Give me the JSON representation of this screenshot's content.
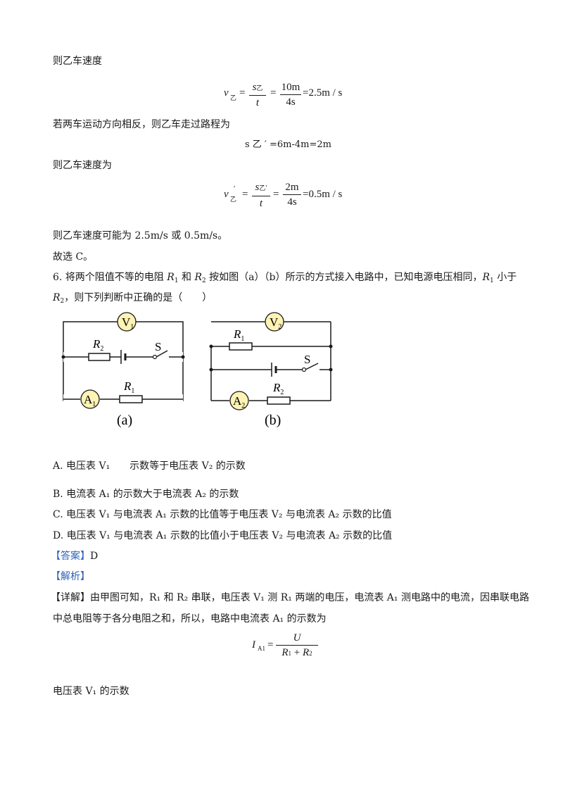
{
  "para1": "则乙车速度",
  "eq1": {
    "lhs_var": "v",
    "lhs_sub": "乙",
    "frac_num_var": "s",
    "frac_num_sub": "乙",
    "frac_den": "t",
    "frac2_num": "10m",
    "frac2_den": "4s",
    "result": "=2.5m / s"
  },
  "para2": "若两车运动方向相反，则乙车走过路程为",
  "eq2": "s 乙 ′ =6m-4m=2m",
  "para3": "则乙车速度为",
  "eq3": {
    "lhs_var": "v",
    "lhs_sub": "乙",
    "lhs_prime": "′",
    "frac_num_var": "s",
    "frac_num_sub": "乙",
    "frac_num_prime": "′",
    "frac_den": "t",
    "frac2_num": "2m",
    "frac2_den": "4s",
    "result": "=0.5m / s"
  },
  "para4": "则乙车速度可能为 2.5m/s 或 0.5m/s。",
  "para5": "故选 C。",
  "q6": {
    "line1_a": "6. 将两个阻值不等的电阻 ",
    "r1": "R",
    "r1_sub": "1",
    "and": " 和 ",
    "r2": "R",
    "r2_sub": "2",
    "line1_b": " 按如图（a）（b）所示的方式接入电路中，已知电源电压相同，",
    "line1_c": " 小于",
    "line2_a": "，则下列判断中正确的是（　　）"
  },
  "circuit_a": {
    "voltmeter": "V",
    "voltmeter_sub": "1",
    "resistor_top": "R",
    "resistor_top_sub": "2",
    "switch": "S",
    "ammeter": "A",
    "ammeter_sub": "1",
    "resistor_bottom": "R",
    "resistor_bottom_sub": "1",
    "caption": "(a)"
  },
  "circuit_b": {
    "voltmeter": "V",
    "voltmeter_sub": "2",
    "resistor_top": "R",
    "resistor_top_sub": "1",
    "switch": "S",
    "ammeter": "A",
    "ammeter_sub": "2",
    "resistor_bottom": "R",
    "resistor_bottom_sub": "2",
    "caption": "(b)"
  },
  "options": {
    "A": "A.  电压表 V₁　　示数等于电压表 V₂ 的示数",
    "B": "B.  电流表 A₁ 的示数大于电流表 A₂ 的示数",
    "C": "C.  电压表 V₁ 与电流表 A₁ 示数的比值等于电压表 V₂ 与电流表 A₂ 示数的比值",
    "D": "D.  电压表 V₁ 与电流表 A₁ 示数的比值小于电压表 V₂ 与电流表 A₂ 示数的比值"
  },
  "answer_label": "【答案】",
  "answer_value": "D",
  "analysis_label": "【解析】",
  "detail_label": "【详解】",
  "detail_line1": "由甲图可知，R₁ 和 R₂ 串联，电压表 V₁ 测 R₁ 两端的电压，电流表 A₁ 测电路中的电流，因串联电路",
  "detail_line2": "中总电阻等于各分电阻之和，所以，电路中电流表 A₁ 的示数为",
  "eq4": {
    "lhs": "I",
    "lhs_sub": "A1",
    "num": "U",
    "den_a": "R",
    "den_a_sub": "1",
    "den_plus": " + ",
    "den_b": "R",
    "den_b_sub": "2"
  },
  "para_last": "电压表 V₁ 的示数"
}
